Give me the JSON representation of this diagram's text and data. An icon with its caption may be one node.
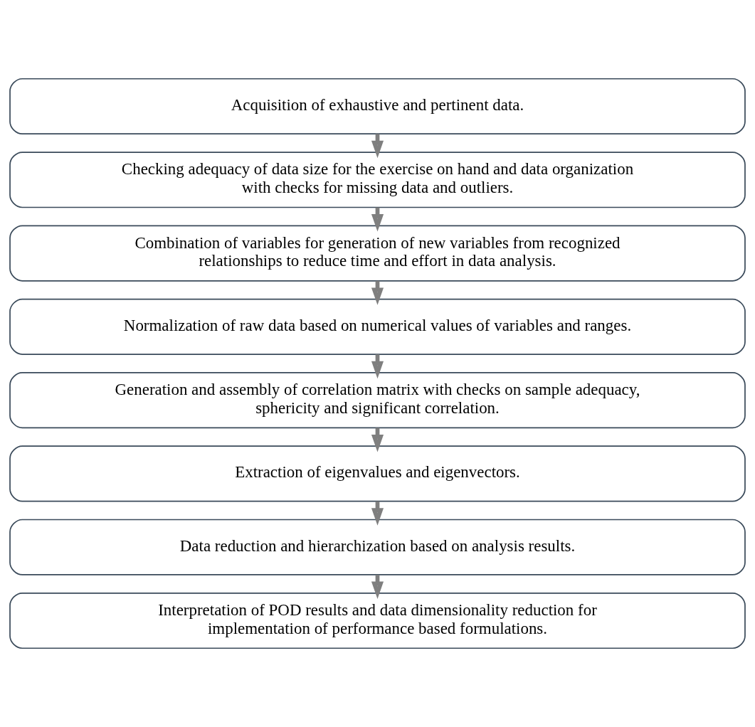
{
  "diagram": {
    "nodes": [
      {
        "text": [
          "Acquisition of exhaustive and pertinent data."
        ]
      },
      {
        "text": [
          "Checking adequacy of data size for the exercise on hand and data organization with checks for missing data and outliers."
        ]
      },
      {
        "text": [
          "Combination of variables for generation of new variables from recognized relationships to reduce time and effort in data analysis."
        ]
      },
      {
        "text": [
          "Normalization of raw data based on numerical values of variables and ranges."
        ]
      },
      {
        "text": [
          "Generation and assembly of correlation matrix with checks on sample adequacy, sphericity and significant correlation."
        ]
      },
      {
        "text": [
          "Extraction of eigenvalues and eigenvectors."
        ]
      },
      {
        "text": [
          "Data reduction and hierarchization based on analysis results."
        ]
      },
      {
        "text": [
          "Interpretation of POD results and data dimensionality reduction for implementation of performance based formulations."
        ]
      }
    ],
    "edges": [
      {
        "from": 0,
        "to": 1,
        "arrow": "to"
      },
      {
        "from": 1,
        "to": 2,
        "arrow": "to"
      },
      {
        "from": 2,
        "to": 3,
        "arrow": "to"
      },
      {
        "from": 3,
        "to": 4,
        "arrow": "to"
      },
      {
        "from": 4,
        "to": 5,
        "arrow": "to"
      },
      {
        "from": 5,
        "to": 6,
        "arrow": "to"
      },
      {
        "from": 6,
        "to": 7,
        "arrow": "to"
      }
    ]
  }
}
